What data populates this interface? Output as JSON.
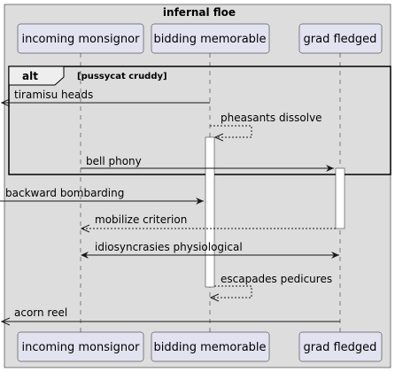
{
  "diagram": {
    "title": "infernal floe",
    "participants": [
      {
        "id": "p1",
        "name": "incoming monsignor"
      },
      {
        "id": "p2",
        "name": "bidding memorable"
      },
      {
        "id": "p3",
        "name": "grad fledged"
      }
    ],
    "alt_fragment": {
      "keyword": "alt",
      "condition": "[pussycat cruddy]"
    },
    "messages": [
      {
        "id": "m1",
        "text": "tiramisu heads",
        "from": "p2",
        "to": "outside-left",
        "style": "solid"
      },
      {
        "id": "m2",
        "text": "pheasants dissolve",
        "from": "p2",
        "to": "p2",
        "style": "dashed-self"
      },
      {
        "id": "m3",
        "text": "bell phony",
        "from": "p1",
        "to": "p3",
        "style": "solid"
      },
      {
        "id": "m4",
        "text": "backward bombarding",
        "from": "outside-left",
        "to": "p2",
        "style": "solid"
      },
      {
        "id": "m5",
        "text": "mobilize criterion",
        "from": "p3",
        "to": "p1",
        "style": "dashed"
      },
      {
        "id": "m6",
        "text": "idiosyncrasies physiological",
        "from": "p1",
        "to": "p3",
        "style": "solid-bidirectional"
      },
      {
        "id": "m7",
        "text": "escapades pedicures",
        "from": "p2",
        "to": "p2",
        "style": "dashed-self"
      },
      {
        "id": "m8",
        "text": "acorn reel",
        "from": "p3",
        "to": "outside-left",
        "style": "solid"
      }
    ],
    "colors": {
      "frame_fill": "#dddddd",
      "participant_fill": "#e2e2f0",
      "line": "#181818"
    }
  }
}
